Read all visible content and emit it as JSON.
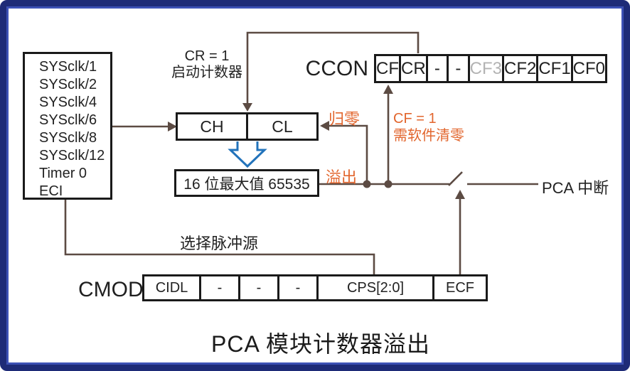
{
  "title": "PCA 模块计数器溢出",
  "colors": {
    "accent_orange": "#E2662E",
    "wire_brown": "#5C4B43",
    "arrow_blue": "#2273BB",
    "frame_outer_navy": "#1E2B77",
    "frame_inner_blue": "#3D51B5",
    "muted_bit_gray": "#B3B3B3"
  },
  "source_box": {
    "items": [
      "SYSclk/1",
      "SYSclk/2",
      "SYSclk/4",
      "SYSclk/6",
      "SYSclk/8",
      "SYSclk/12",
      "Timer 0",
      "ECI"
    ]
  },
  "counter": {
    "high_byte": "CH",
    "low_byte": "CL",
    "max_value_label": "16 位最大值 65535"
  },
  "ccon": {
    "label": "CCON",
    "cells": [
      "CF",
      "CR",
      "-",
      "-",
      "CF3",
      "CF2",
      "CF1",
      "CF0"
    ],
    "muted_cell": "CF3"
  },
  "cmod": {
    "label": "CMOD",
    "cells": [
      "CIDL",
      "-",
      "-",
      "-",
      "CPS[2:0]",
      "ECF"
    ]
  },
  "annotations": {
    "cr_condition": "CR = 1",
    "cr_action": "启动计数器",
    "return_to_zero": "归零",
    "overflow": "溢出",
    "cf_condition": "CF = 1",
    "cf_action": "需软件清零",
    "pca_interrupt": "PCA 中断",
    "select_pulse_source": "选择脉冲源"
  }
}
